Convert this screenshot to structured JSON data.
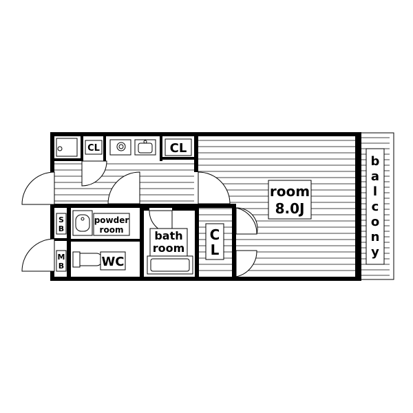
{
  "floorplan": {
    "rooms": {
      "main_room": {
        "line1": "room",
        "line2": "8.0J"
      },
      "balcony": {
        "letters": [
          "b",
          "a",
          "l",
          "c",
          "o",
          "n",
          "y"
        ]
      },
      "bath": {
        "line1": "bath",
        "line2": "room"
      },
      "powder": {
        "line1": "powder",
        "line2": "room"
      },
      "wc": {
        "label": "WC"
      },
      "cl_top_small": {
        "label": "CL"
      },
      "cl_top_large": {
        "label": "CL"
      },
      "cl_mid": {
        "label": "CL"
      },
      "sb": {
        "letters": [
          "S",
          "B"
        ]
      },
      "mb": {
        "letters": [
          "M",
          "B"
        ]
      }
    }
  }
}
